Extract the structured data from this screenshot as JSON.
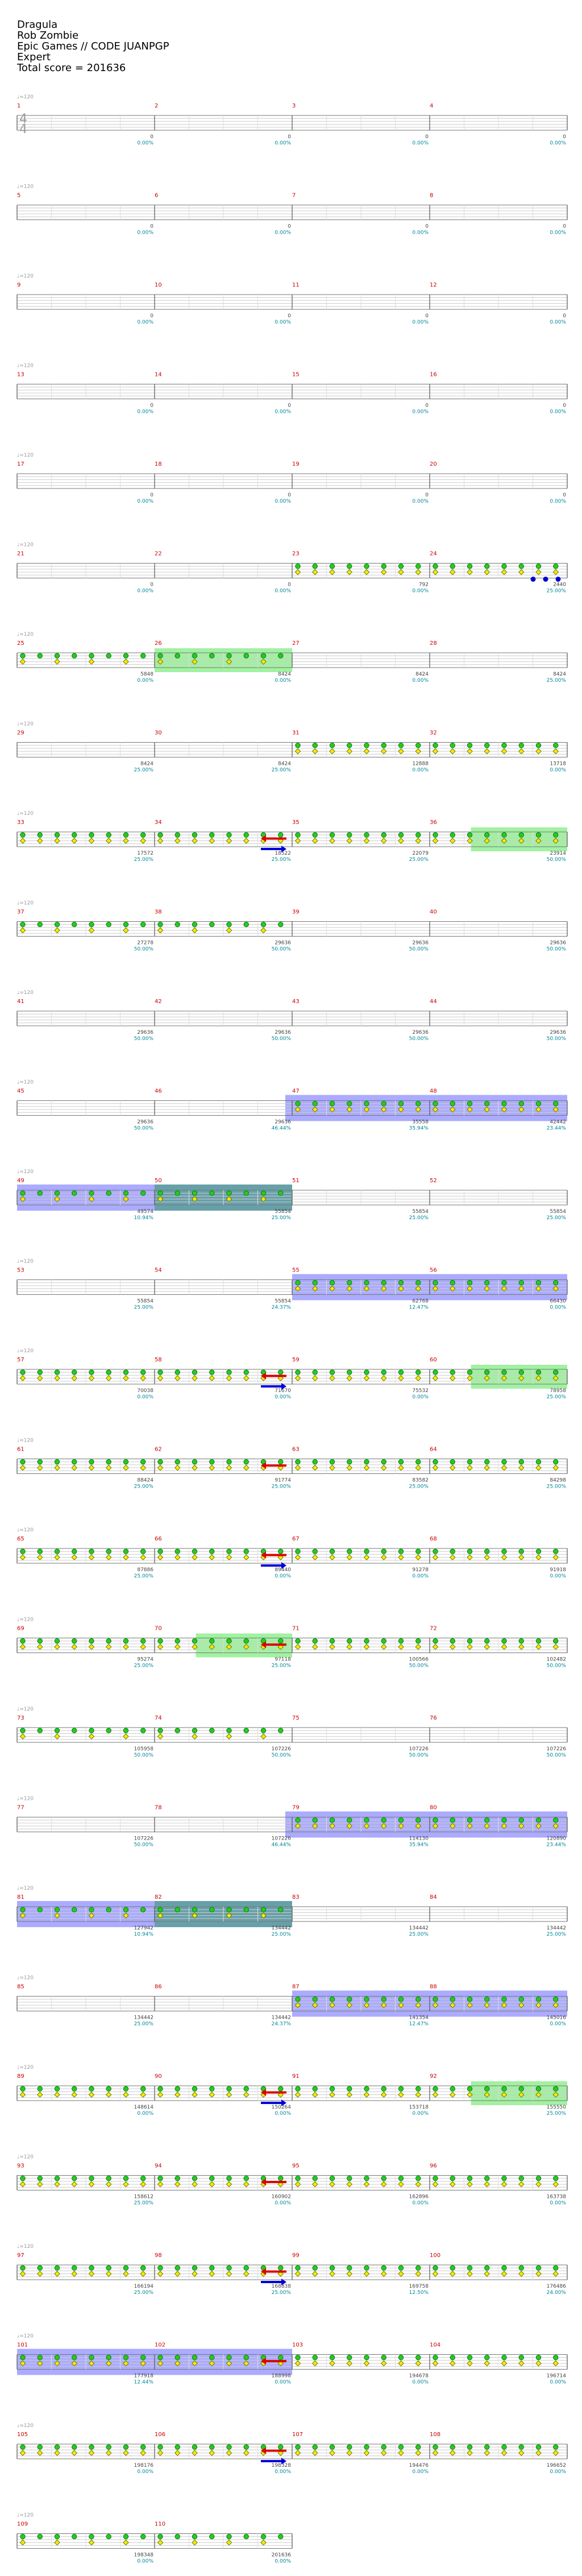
{
  "song": {
    "title": "Dragula",
    "artist": "Rob Zombie",
    "charter": "Epic Games // CODE JUANPGP",
    "difficulty": "Expert",
    "total_score_label": "Total score = 201636"
  },
  "colors": {
    "measure_number": "#cc0000",
    "score_text": "#444444",
    "percent_text": "#008899",
    "green_note": "#22cc22",
    "yellow_note": "#eeee00",
    "blue_note": "#0000cc",
    "star_power": "#90ee90",
    "activation": "#6666ff",
    "overlap": "#5f9ea0",
    "arrow_red": "#dd0000",
    "arrow_blue": "#0000dd",
    "arrow_green": "#22aa22",
    "arrow_purple": "#7b1fa2"
  },
  "chart_data": {
    "type": "table",
    "time_signature": "4/4",
    "tempo_label": "♩=120",
    "measures_per_row": 4,
    "rows": [
      {
        "m": [
          1,
          2,
          3,
          4
        ],
        "s": [
          0,
          0,
          0,
          0
        ],
        "p": [
          "0.00%",
          "0.00%",
          "0.00%",
          "0.00%"
        ],
        "notes": "none"
      },
      {
        "m": [
          5,
          6,
          7,
          8
        ],
        "s": [
          0,
          0,
          0,
          0
        ],
        "p": [
          "0.00%",
          "0.00%",
          "0.00%",
          "0.00%"
        ],
        "notes": "none"
      },
      {
        "m": [
          9,
          10,
          11,
          12
        ],
        "s": [
          0,
          0,
          0,
          0
        ],
        "p": [
          "0.00%",
          "0.00%",
          "0.00%",
          "0.00%"
        ],
        "notes": "none"
      },
      {
        "m": [
          13,
          14,
          15,
          16
        ],
        "s": [
          0,
          0,
          0,
          0
        ],
        "p": [
          "0.00%",
          "0.00%",
          "0.00%",
          "0.00%"
        ],
        "notes": "none"
      },
      {
        "m": [
          17,
          18,
          19,
          20
        ],
        "s": [
          0,
          0,
          0,
          0
        ],
        "p": [
          "0.00%",
          "0.00%",
          "0.00%",
          "0.00%"
        ],
        "notes": "none"
      },
      {
        "m": [
          21,
          22,
          23,
          24
        ],
        "s": [
          0,
          0,
          792,
          2440
        ],
        "p": [
          "0.00%",
          "0.00%",
          "0.00%",
          "25.00%"
        ],
        "notes": "half"
      },
      {
        "m": [
          25,
          26,
          27,
          28
        ],
        "s": [
          5848,
          8424,
          8424,
          8424
        ],
        "p": [
          "0.00%",
          "0.00%",
          "0.00%",
          "25.00%"
        ],
        "notes": "first"
      },
      {
        "m": [
          29,
          30,
          31,
          32
        ],
        "s": [
          8424,
          8424,
          12888,
          13718
        ],
        "p": [
          "25.00%",
          "25.00%",
          "0.00%",
          "0.00%"
        ],
        "notes": "half"
      },
      {
        "m": [
          33,
          34,
          35,
          36
        ],
        "s": [
          17572,
          18522,
          22079,
          23914
        ],
        "p": [
          "25.00%",
          "25.00%",
          "25.00%",
          "50.00%"
        ],
        "notes": "full"
      },
      {
        "m": [
          37,
          38,
          39,
          40
        ],
        "s": [
          27278,
          29636,
          29636,
          29636
        ],
        "p": [
          "50.00%",
          "50.00%",
          "50.00%",
          "50.00%"
        ],
        "notes": "first"
      },
      {
        "m": [
          41,
          42,
          43,
          44
        ],
        "s": [
          29636,
          29636,
          29636,
          29636
        ],
        "p": [
          "50.00%",
          "50.00%",
          "50.00%",
          "50.00%"
        ],
        "notes": "none"
      },
      {
        "m": [
          45,
          46,
          47,
          48
        ],
        "s": [
          29636,
          29636,
          35558,
          42442
        ],
        "p": [
          "50.00%",
          "46.44%",
          "35.94%",
          "23.44%"
        ],
        "notes": "half"
      },
      {
        "m": [
          49,
          50,
          51,
          52
        ],
        "s": [
          49574,
          55854,
          55854,
          55854
        ],
        "p": [
          "10.94%",
          "25.00%",
          "25.00%",
          "25.00%"
        ],
        "notes": "first"
      },
      {
        "m": [
          53,
          54,
          55,
          56
        ],
        "s": [
          55854,
          55854,
          62768,
          66430
        ],
        "p": [
          "25.00%",
          "24.37%",
          "12.47%",
          "0.00%"
        ],
        "notes": "half"
      },
      {
        "m": [
          57,
          58,
          59,
          60
        ],
        "s": [
          70038,
          71670,
          75532,
          78958
        ],
        "p": [
          "0.00%",
          "0.00%",
          "0.00%",
          "25.00%"
        ],
        "notes": "full"
      },
      {
        "m": [
          61,
          62,
          63,
          64
        ],
        "s": [
          88424,
          91774,
          83582,
          84298
        ],
        "p": [
          "25.00%",
          "25.00%",
          "25.00%",
          "25.00%"
        ],
        "notes": "full"
      },
      {
        "m": [
          65,
          66,
          67,
          68
        ],
        "s": [
          87886,
          89440,
          91278,
          91918
        ],
        "p": [
          "25.00%",
          "0.00%",
          "0.00%",
          "0.00%"
        ],
        "notes": "full"
      },
      {
        "m": [
          69,
          70,
          71,
          72
        ],
        "s": [
          95274,
          97118,
          100566,
          102482
        ],
        "p": [
          "25.00%",
          "25.00%",
          "50.00%",
          "50.00%"
        ],
        "notes": "full"
      },
      {
        "m": [
          73,
          74,
          75,
          76
        ],
        "s": [
          105958,
          107226,
          107226,
          107226
        ],
        "p": [
          "50.00%",
          "50.00%",
          "50.00%",
          "50.00%"
        ],
        "notes": "first"
      },
      {
        "m": [
          77,
          78,
          79,
          80
        ],
        "s": [
          107226,
          107226,
          114130,
          120890
        ],
        "p": [
          "50.00%",
          "46.44%",
          "35.94%",
          "23.44%"
        ],
        "notes": "half"
      },
      {
        "m": [
          81,
          82,
          83,
          84
        ],
        "s": [
          127942,
          134442,
          134442,
          134442
        ],
        "p": [
          "10.94%",
          "25.00%",
          "25.00%",
          "25.00%"
        ],
        "notes": "first"
      },
      {
        "m": [
          85,
          86,
          87,
          88
        ],
        "s": [
          134442,
          134442,
          141354,
          145016
        ],
        "p": [
          "25.00%",
          "24.37%",
          "12.47%",
          "0.00%"
        ],
        "notes": "half"
      },
      {
        "m": [
          89,
          90,
          91,
          92
        ],
        "s": [
          148614,
          150264,
          153718,
          155550
        ],
        "p": [
          "0.00%",
          "0.00%",
          "0.00%",
          "25.00%"
        ],
        "notes": "full"
      },
      {
        "m": [
          93,
          94,
          95,
          96
        ],
        "s": [
          158612,
          160902,
          162896,
          163738
        ],
        "p": [
          "25.00%",
          "0.00%",
          "0.00%",
          "0.00%"
        ],
        "notes": "full"
      },
      {
        "m": [
          97,
          98,
          99,
          100
        ],
        "s": [
          166194,
          168838,
          169758,
          176486
        ],
        "p": [
          "25.00%",
          "25.00%",
          "12.50%",
          "24.00%"
        ],
        "notes": "full"
      },
      {
        "m": [
          101,
          102,
          103,
          104
        ],
        "s": [
          177918,
          188998,
          194678,
          196714
        ],
        "p": [
          "12.44%",
          "0.00%",
          "0.00%",
          "0.00%"
        ],
        "notes": "full"
      },
      {
        "m": [
          105,
          106,
          107,
          108
        ],
        "s": [
          198176,
          198328,
          194476,
          196652
        ],
        "p": [
          "0.00%",
          "0.00%",
          "0.00%",
          "0.00%"
        ],
        "notes": "full"
      },
      {
        "m": [
          109,
          110
        ],
        "s": [
          198348,
          201636
        ],
        "p": [
          "0.00%",
          "0.00%"
        ],
        "notes": "first",
        "width": 2
      }
    ],
    "star_power_phrases": [
      {
        "row": 6,
        "from": 1.0,
        "to": 2.0
      },
      {
        "row": 8,
        "from": 3.3,
        "to": 4.0
      },
      {
        "row": 14,
        "from": 3.3,
        "to": 4.0
      },
      {
        "row": 17,
        "from": 1.3,
        "to": 2.0
      },
      {
        "row": 22,
        "from": 3.3,
        "to": 4.0
      }
    ],
    "activations": [
      {
        "row": 11,
        "from": 1.95,
        "to": 4.0
      },
      {
        "row": 12,
        "from": 0.0,
        "to": 2.0
      },
      {
        "row": 13,
        "from": 2.0,
        "to": 4.0
      },
      {
        "row": 19,
        "from": 1.95,
        "to": 4.0
      },
      {
        "row": 20,
        "from": 0.0,
        "to": 2.0
      },
      {
        "row": 21,
        "from": 2.0,
        "to": 4.0
      },
      {
        "row": 25,
        "from": 0.0,
        "to": 2.0
      }
    ],
    "overlaps": [
      {
        "row": 12,
        "from": 1.0,
        "to": 2.0
      },
      {
        "row": 20,
        "from": 1.0,
        "to": 2.0
      }
    ]
  }
}
